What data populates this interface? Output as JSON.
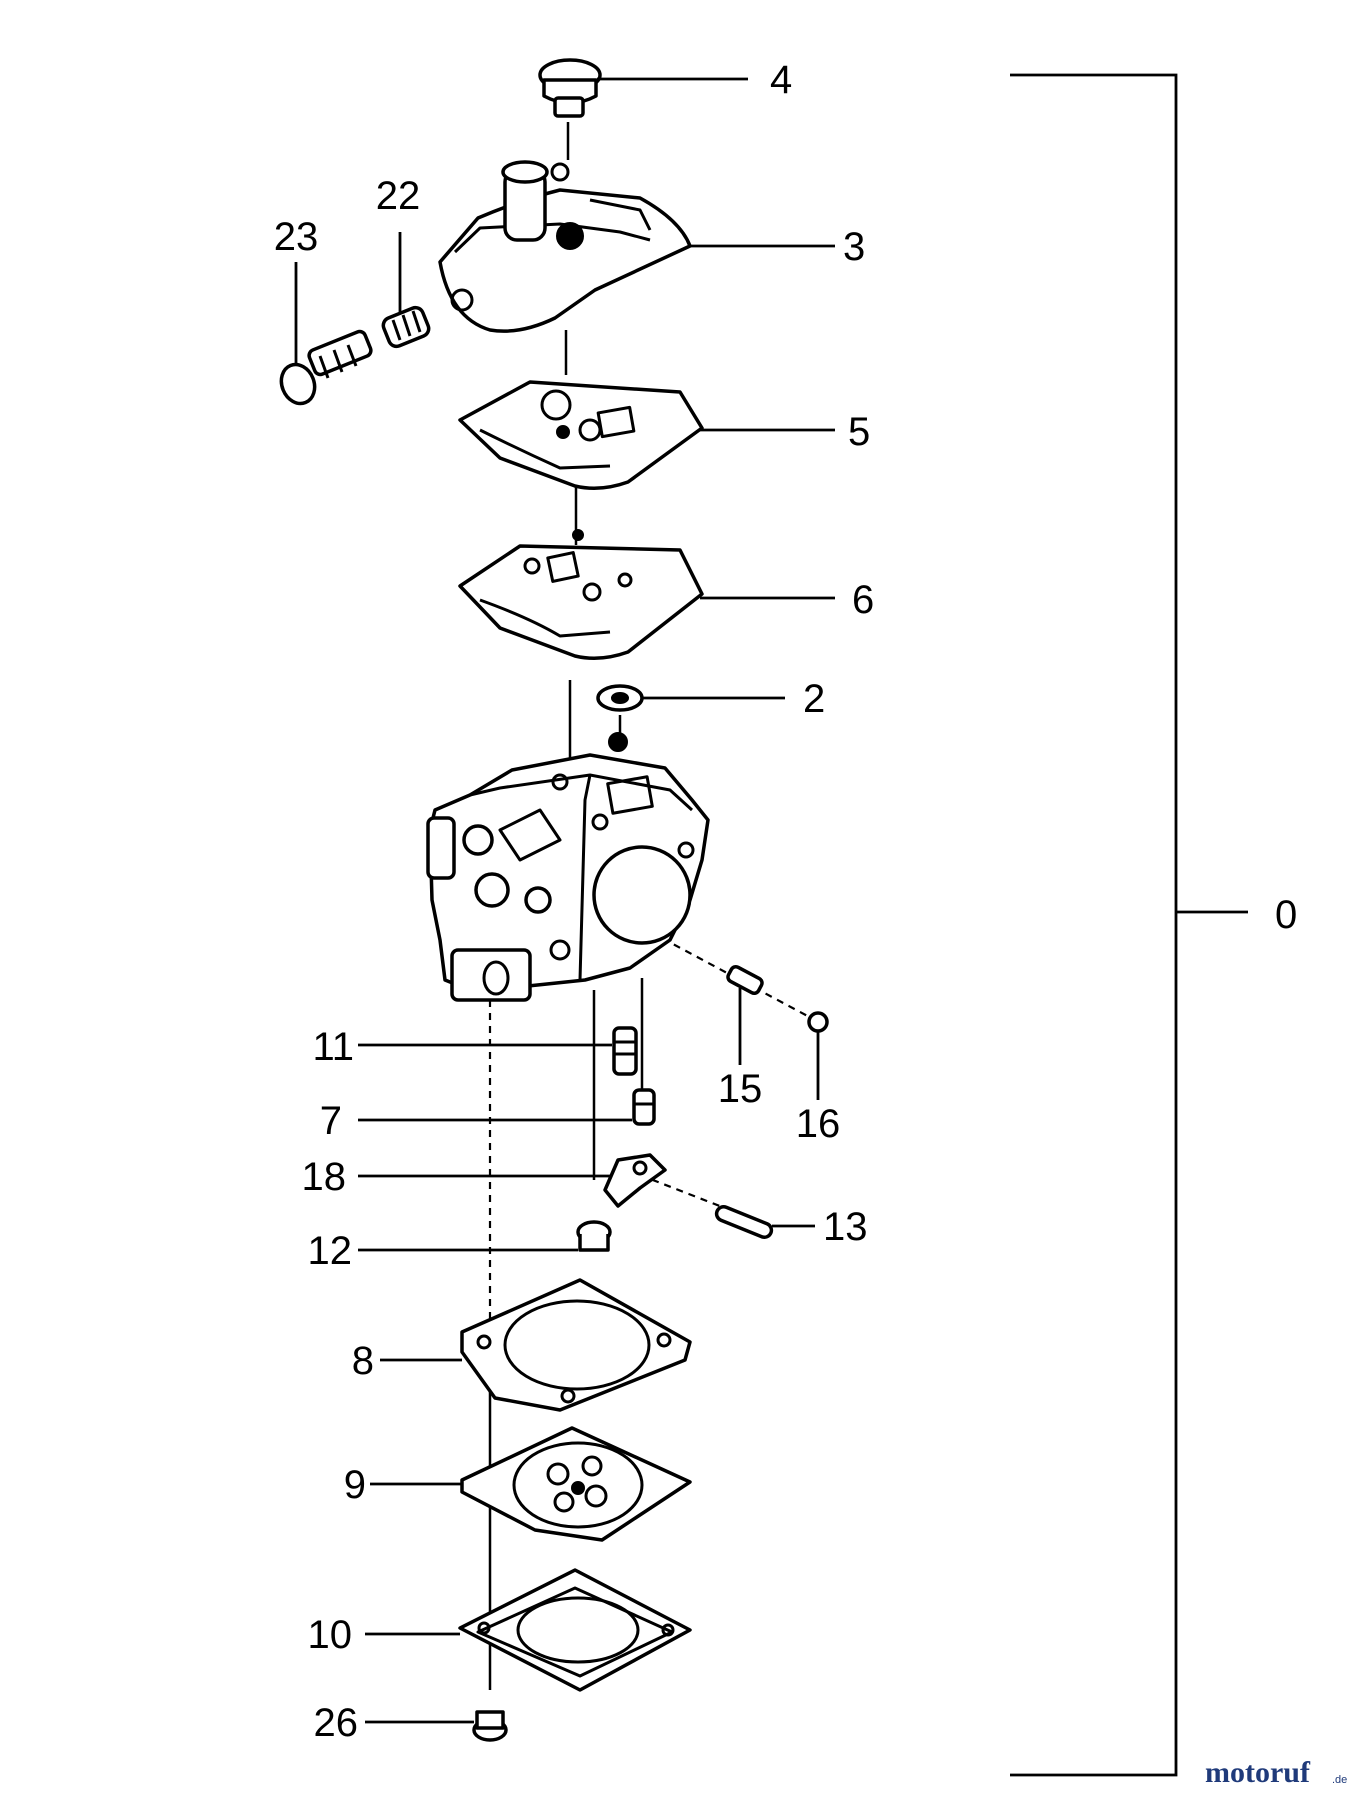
{
  "callouts": {
    "c0": "0",
    "c2": "2",
    "c3": "3",
    "c4": "4",
    "c5": "5",
    "c6": "6",
    "c7": "7",
    "c8": "8",
    "c9": "9",
    "c10": "10",
    "c11": "11",
    "c12": "12",
    "c13": "13",
    "c15": "15",
    "c16": "16",
    "c18": "18",
    "c22": "22",
    "c23": "23",
    "c26": "26"
  },
  "watermark": {
    "name": "motoruf",
    "tld": ".de"
  },
  "colors": {
    "line": "#000000",
    "background": "#ffffff",
    "watermark": "#1f3a7a"
  }
}
